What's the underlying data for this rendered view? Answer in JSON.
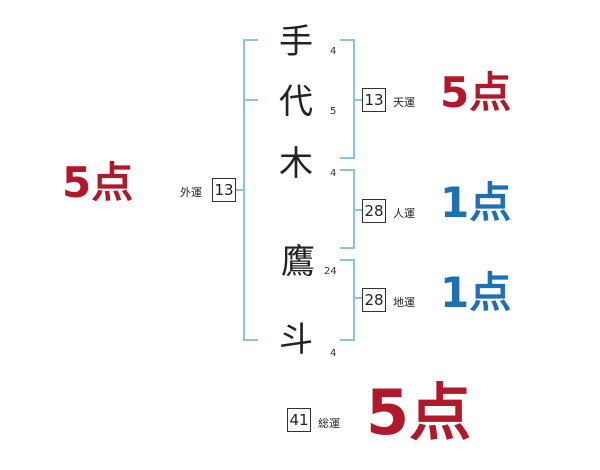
{
  "name_chars": [
    {
      "char": "手",
      "strokes": "4"
    },
    {
      "char": "代",
      "strokes": "5"
    },
    {
      "char": "木",
      "strokes": "4"
    },
    {
      "char": "鷹",
      "strokes": "24"
    },
    {
      "char": "斗",
      "strokes": "4"
    }
  ],
  "fortunes": {
    "outer": {
      "label": "外運",
      "value": "13",
      "score": "5点",
      "color": "#b2182b"
    },
    "heaven": {
      "label": "天運",
      "value": "13",
      "score": "5点",
      "color": "#b2182b"
    },
    "person": {
      "label": "人運",
      "value": "28",
      "score": "1点",
      "color": "#1f6fb4"
    },
    "earth": {
      "label": "地運",
      "value": "28",
      "score": "1点",
      "color": "#1f6fb4"
    },
    "total": {
      "label": "総運",
      "value": "41",
      "score": "5点",
      "color": "#b2182b"
    }
  }
}
